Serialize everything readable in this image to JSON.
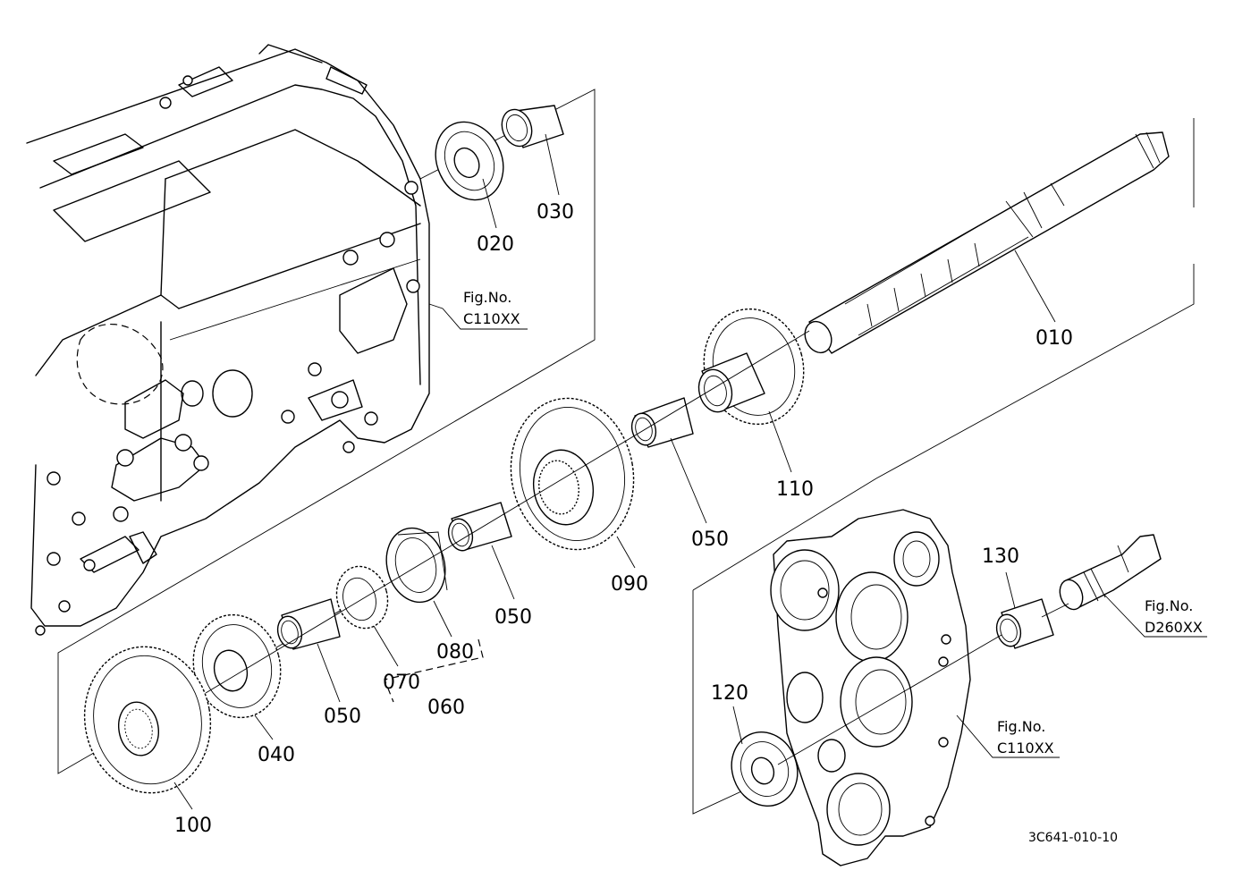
{
  "diagram": {
    "drawing_number": "3C641-010-10",
    "parts": [
      {
        "id": "p010",
        "label": "010"
      },
      {
        "id": "p020",
        "label": "020"
      },
      {
        "id": "p030",
        "label": "030"
      },
      {
        "id": "p040",
        "label": "040"
      },
      {
        "id": "p050a",
        "label": "050"
      },
      {
        "id": "p050b",
        "label": "050"
      },
      {
        "id": "p050c",
        "label": "050"
      },
      {
        "id": "p060",
        "label": "060"
      },
      {
        "id": "p070",
        "label": "070"
      },
      {
        "id": "p080",
        "label": "080"
      },
      {
        "id": "p090",
        "label": "090"
      },
      {
        "id": "p100",
        "label": "100"
      },
      {
        "id": "p110",
        "label": "110"
      },
      {
        "id": "p120",
        "label": "120"
      },
      {
        "id": "p130",
        "label": "130"
      }
    ],
    "references": [
      {
        "id": "ref1",
        "line1": "Fig.No.",
        "line2": "C110XX"
      },
      {
        "id": "ref2",
        "line1": "Fig.No.",
        "line2": "D260XX"
      },
      {
        "id": "ref3",
        "line1": "Fig.No.",
        "line2": "C110XX"
      }
    ]
  }
}
